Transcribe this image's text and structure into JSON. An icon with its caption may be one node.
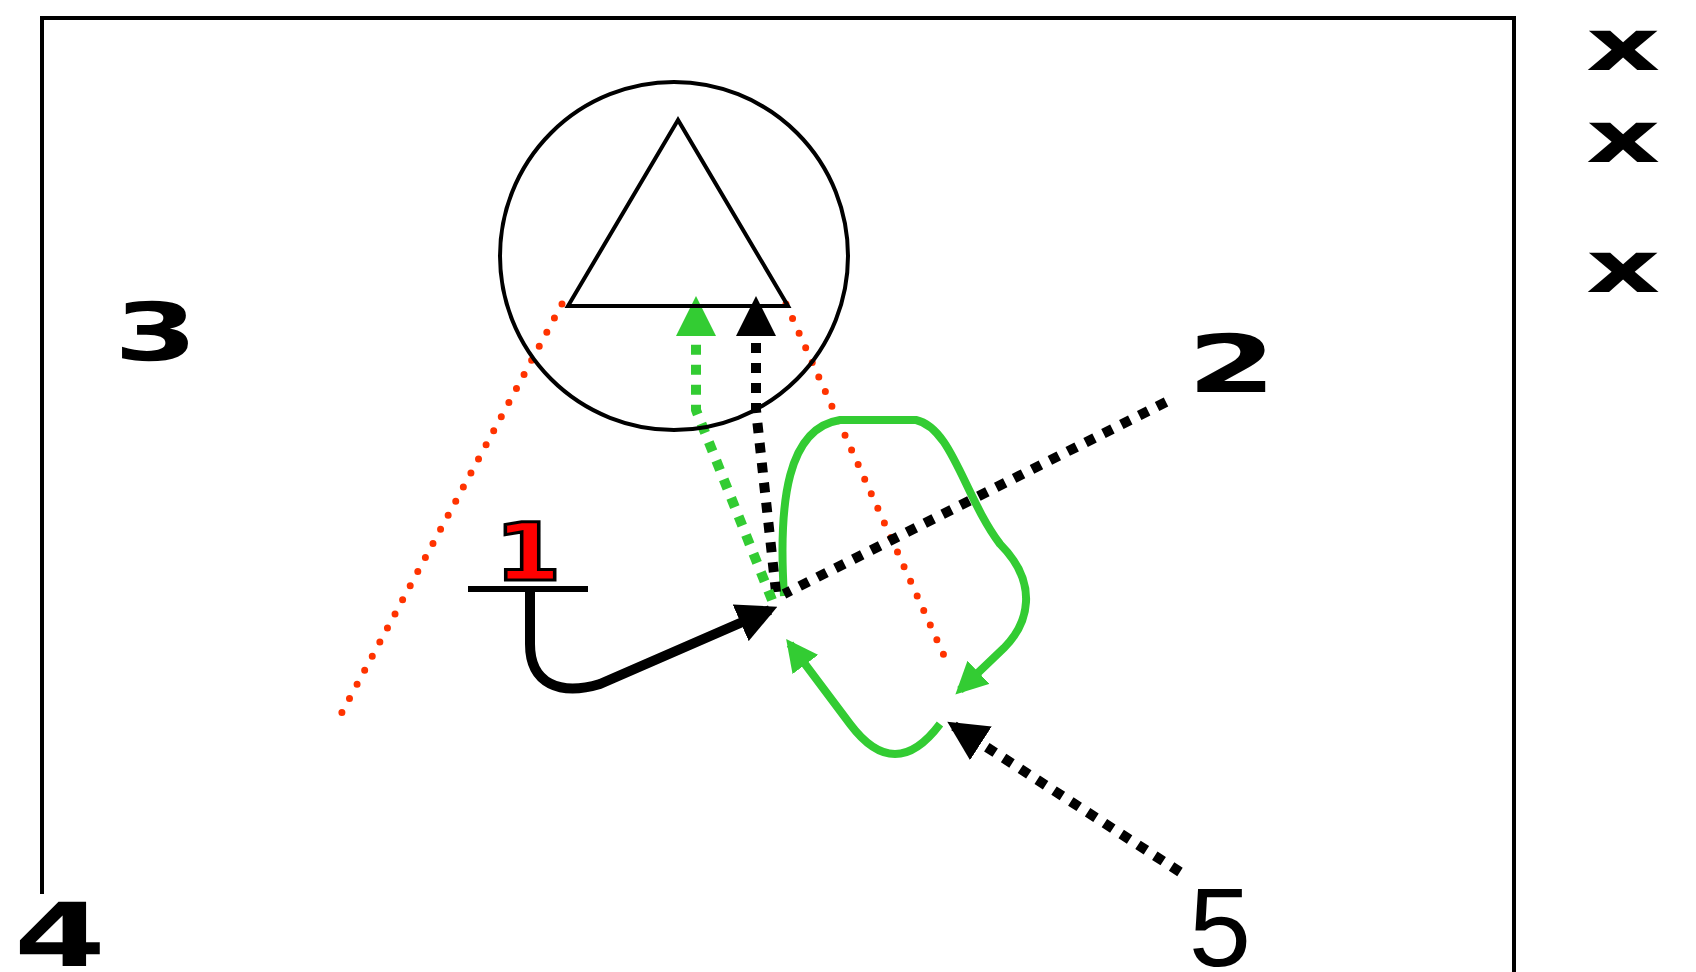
{
  "diagram": {
    "nodes": [
      {
        "text": [],
        "shape": "circle"
      },
      {
        "text": [],
        "shape": "triangle",
        "in": 0
      },
      {
        "text": [
          "2"
        ]
      },
      {
        "text": [
          "1"
        ]
      },
      {
        "text": [
          "5"
        ]
      }
    ],
    "edges": [
      {
        "from": 3,
        "to": null,
        "arrow": "to"
      },
      {
        "from": 2,
        "to": null,
        "arrow": "none",
        "style": "dashed"
      },
      {
        "from": null,
        "to": 1,
        "arrow": "to",
        "style": "dashed"
      },
      {
        "from": null,
        "to": 1,
        "arrow": "to",
        "style": "dashed",
        "color": "#33cc33"
      },
      {
        "from": 4,
        "to": null,
        "arrow": "to",
        "style": "dashed"
      }
    ],
    "labels": [
      "x",
      "x",
      "3",
      "x",
      "4"
    ]
  }
}
